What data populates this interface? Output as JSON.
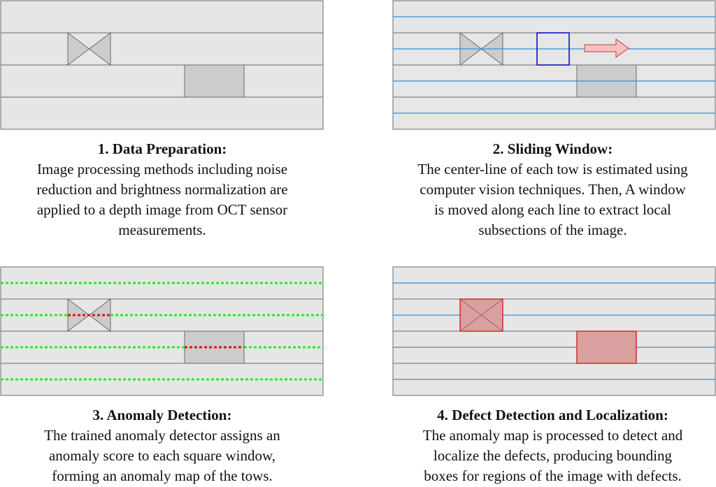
{
  "colors": {
    "tow_fill": "#e6e6e6",
    "tow_stroke": "#6a6a6a",
    "defect_fill": "#cccccc",
    "centerline": "#2f8fe0",
    "normal_score": "#22ee22",
    "anomaly_score": "#e01010",
    "window": "#1010cc",
    "arrow_fill": "#f5c0c0",
    "arrow_stroke": "#c04040",
    "bbox_fill": "#d9a0a0",
    "bbox_stroke": "#d02020"
  },
  "steps": [
    {
      "title": "1. Data Preparation:",
      "lines": [
        "Image processing methods including noise",
        "reduction and brightness normalization are",
        "applied to a depth image from OCT sensor",
        "measurements."
      ]
    },
    {
      "title": "2. Sliding Window:",
      "lines": [
        "The center-line of each tow is estimated using",
        "computer vision techniques. Then, A window",
        "is moved along each line to extract local",
        "subsections of the image."
      ]
    },
    {
      "title": "3. Anomaly Detection:",
      "lines": [
        "The trained anomaly detector assigns an",
        "anomaly score to each square window,",
        "forming an anomaly map of the tows."
      ]
    },
    {
      "title": "4. Defect Detection and Localization:",
      "lines": [
        "The anomaly map is processed to detect and",
        "localize the defects, producing bounding",
        "boxes for regions of the image with defects."
      ]
    }
  ]
}
